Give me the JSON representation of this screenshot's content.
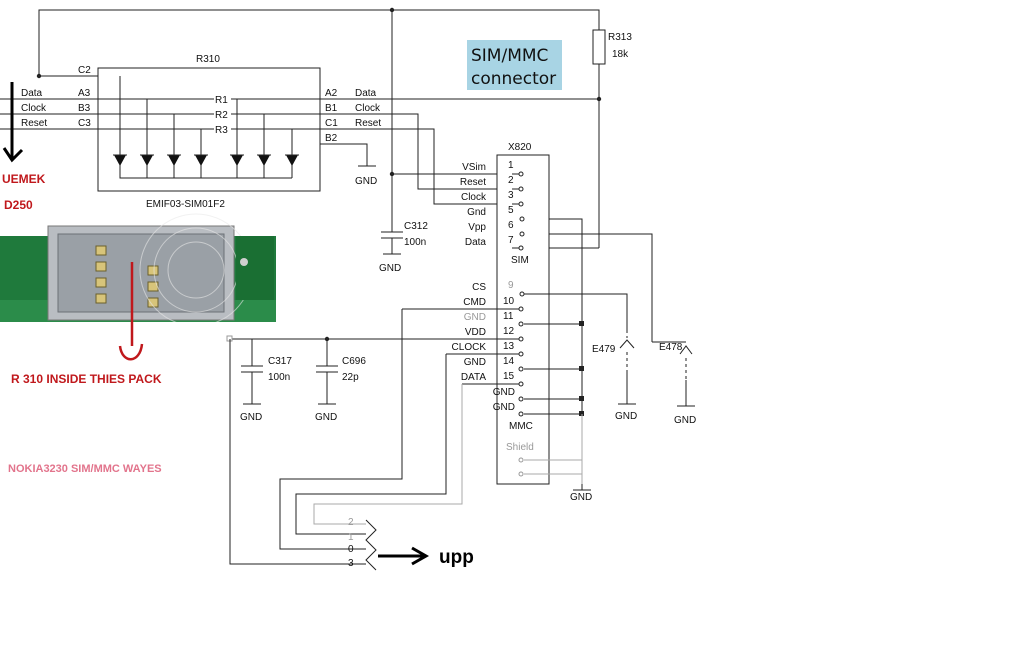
{
  "r310": {
    "ref": "R310",
    "part": "EMIF03-SIM01F2",
    "left_pins": [
      "C2",
      "A3",
      "B3",
      "C3"
    ],
    "right_pins": [
      "A2",
      "B1",
      "C1",
      "B2"
    ],
    "resistors": [
      "R1",
      "R2",
      "R3"
    ]
  },
  "left_signals": [
    "Data",
    "Clock",
    "Reset"
  ],
  "right_signals": [
    "Data",
    "Clock",
    "Reset"
  ],
  "gnd_label": "GND",
  "r313": {
    "ref": "R313",
    "value": "18k"
  },
  "connector_title": {
    "line1": "SIM/MMC",
    "line2": "connector"
  },
  "c312": {
    "ref": "C312",
    "value": "100n"
  },
  "c317": {
    "ref": "C317",
    "value": "100n"
  },
  "c696": {
    "ref": "C696",
    "value": "22p"
  },
  "x820": {
    "ref": "X820",
    "sim_label": "SIM",
    "mmc_label": "MMC",
    "shield_label": "Shield",
    "sim_pins": [
      {
        "name": "VSim",
        "num": "1"
      },
      {
        "name": "Reset",
        "num": "2"
      },
      {
        "name": "Clock",
        "num": "3"
      },
      {
        "name": "Gnd",
        "num": "5"
      },
      {
        "name": "Vpp",
        "num": "6"
      },
      {
        "name": "Data",
        "num": "7"
      }
    ],
    "mmc_pins": [
      {
        "name": "CS",
        "num": "9"
      },
      {
        "name": "CMD",
        "num": "10"
      },
      {
        "name": "GND",
        "num": "11"
      },
      {
        "name": "VDD",
        "num": "12"
      },
      {
        "name": "CLOCK",
        "num": "13"
      },
      {
        "name": "GND",
        "num": "14"
      },
      {
        "name": "DATA",
        "num": "15"
      },
      {
        "name": "GND",
        "num": ""
      },
      {
        "name": "GND",
        "num": ""
      }
    ]
  },
  "e479": "E479",
  "e478": "E478",
  "upp": {
    "label": "upp",
    "pins": [
      "2",
      "1",
      "0",
      "3"
    ]
  },
  "annotations": {
    "uemek": "UEMEK",
    "d250": "D250",
    "r310_pack": "R 310 INSIDE THIES PACK",
    "caption": "NOKIA3230 SIM/MMC WAYES"
  },
  "colors": {
    "annotation_red": "#c0181c",
    "caption_pink": "#e2748c",
    "connector_box": "#a8d4e4",
    "pcb_green": "#1f7a3c"
  }
}
